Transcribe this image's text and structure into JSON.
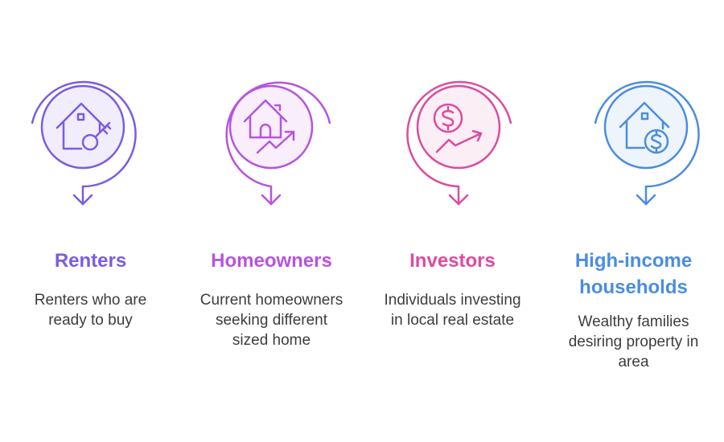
{
  "segments": [
    {
      "id": "renters",
      "title_lines": [
        "Renters"
      ],
      "desc_lines": [
        "Renters who are",
        "ready to buy"
      ],
      "color": "#7C5CE0",
      "fill": "#F1EDFC",
      "icon": "house-key-icon"
    },
    {
      "id": "homeowners",
      "title_lines": [
        "Homeowners"
      ],
      "desc_lines": [
        "Current homeowners",
        "seeking different",
        "sized home"
      ],
      "color": "#B754DE",
      "fill": "#F8EEFC",
      "icon": "house-growth-icon"
    },
    {
      "id": "investors",
      "title_lines": [
        "Investors"
      ],
      "desc_lines": [
        "Individuals investing",
        "in local real estate"
      ],
      "color": "#DB4C9E",
      "fill": "#FCEEF5",
      "icon": "dollar-growth-icon"
    },
    {
      "id": "high-income",
      "title_lines": [
        "High-income",
        "households"
      ],
      "desc_lines": [
        "Wealthy families",
        "desiring property in",
        "area"
      ],
      "color": "#4A8DE0",
      "fill": "#EEF4FC",
      "icon": "house-dollar-icon"
    }
  ]
}
